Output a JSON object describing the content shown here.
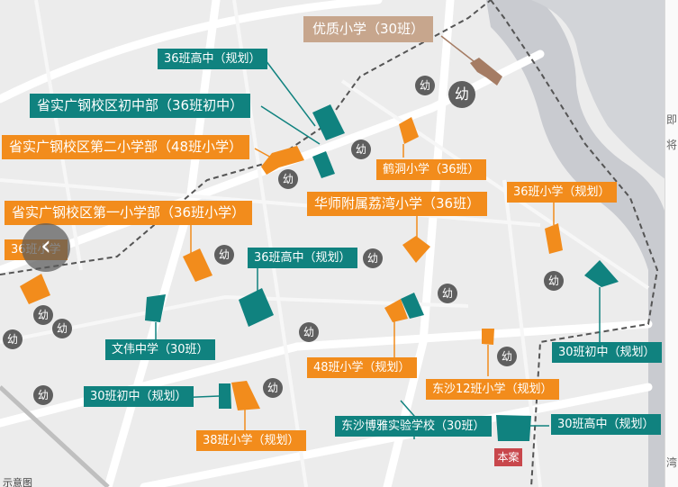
{
  "schools": {
    "premium_primary": "优质小学（30班）",
    "high36_plan_top": "36班高中（规划）",
    "shengshi_middle": "省实广钢校区初中部（36班初中）",
    "shengshi_primary2": "省实广钢校区第二小学部（48班小学）",
    "hedong_primary": "鹤洞小学（36班）",
    "huashi_primary": "华师附属荔湾小学（36班）",
    "primary36_plan_right": "36班小学（规划）",
    "shengshi_primary1": "省实广钢校区第一小学部（36班小学）",
    "primary36_left": "36班小学",
    "high36_plan_center": "36班高中（规划）",
    "wenwei_middle": "文伟中学（30班）",
    "primary48_plan": "48班小学（规划）",
    "dongsha12_plan": "东沙12班小学（规划）",
    "middle30_plan_right": "30班初中（规划）",
    "middle30_plan_left": "30班初中（规划）",
    "primary38_plan": "38班小学（规划）",
    "dongsha_boya": "东沙博雅实验学校（30班）",
    "high30_plan": "30班高中（规划）"
  },
  "kindergarten_label": "幼",
  "project_label": "本案",
  "caption": "示意图",
  "nav_prev_icon": "chevron-left-icon",
  "edge_chars": [
    "即",
    "将",
    "湾"
  ],
  "colors": {
    "teal": "#10827f",
    "orange": "#f28c1c",
    "premium": "#c7a68d",
    "kindergarten": "#5f5f5f",
    "project": "#c8474c",
    "river": "#c9cbd0"
  }
}
